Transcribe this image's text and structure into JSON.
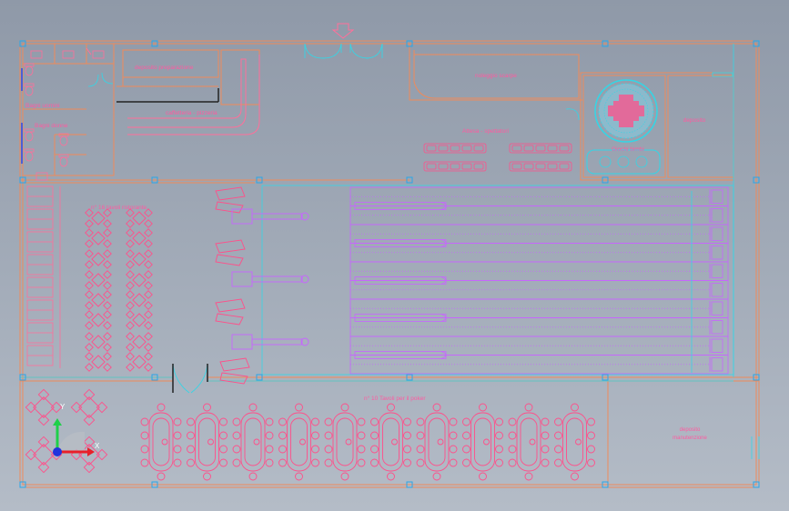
{
  "plan": {
    "rooms": {
      "deposito_preparazione": "deposito preparazione",
      "bagni_uomini": "Bagni uomini",
      "bagni_donne": "Bagni donne",
      "caffetteria_pizzeria": "caffetteria - pizzeria",
      "noleggio_scarpe": "noleggio scarpe",
      "attesa_spettatori": "Attesa - spettatori",
      "giochi_bimbi": "Giochi bimbi",
      "deposito": "deposito",
      "tavoli_ristorante": "n° 16 tavoli ristorante",
      "tavoli_poker": "n° 10 Tavoli per il poker",
      "deposito_manutenzione": "deposito manutenzione"
    },
    "counts": {
      "restaurant_tables": 16,
      "poker_tables": 10,
      "bowling_lanes": 10,
      "lane_ball_returns": 5
    },
    "ucs": {
      "x_axis": "X",
      "y_axis": "Y"
    },
    "colors": {
      "wall": "#f08a5a",
      "wall_inner": "#ff7a6a",
      "cyan": "#33d6e6",
      "furniture": "#ff4f8a",
      "lane": "#c764ff",
      "grip": "#2aa6e8",
      "label": "#ff5aa0"
    }
  }
}
